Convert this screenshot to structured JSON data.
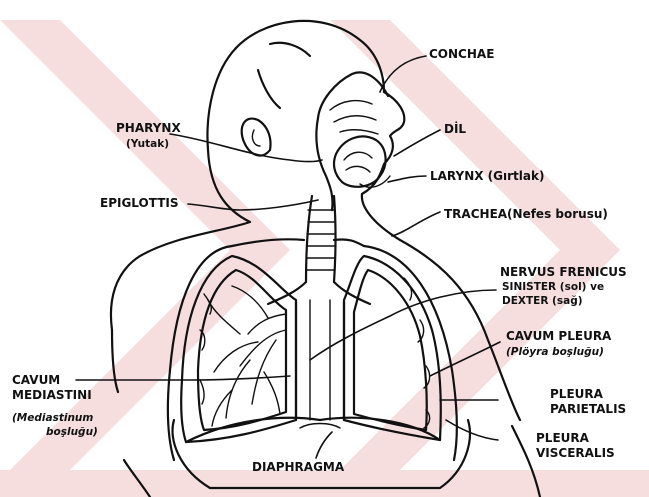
{
  "labels": {
    "conchae": "CONCHAE",
    "pharynx": "PHARYNX",
    "pharynx_tr": "(Yutak)",
    "dil": "DİL",
    "larynx": "LARYNX (Gırtlak)",
    "epiglottis": "EPIGLOTTIS",
    "trachea": "TRACHEA(Nefes borusu)",
    "nervus1": "NERVUS FRENICUS",
    "nervus2": "SINISTER (sol) ve",
    "nervus3": "DEXTER (sağ)",
    "cavum_pleura": "CAVUM PLEURA",
    "cavum_pleura_tr": "(Plöyra boşluğu)",
    "cavum_med1": "CAVUM",
    "cavum_med2": "MEDIASTINI",
    "cavum_med_tr1": "(Mediastinum",
    "cavum_med_tr2": "boşluğu)",
    "pleura_par1": "PLEURA",
    "pleura_par2": "PARIETALIS",
    "pleura_visc1": "PLEURA",
    "pleura_visc2": "VISCERALIS",
    "diaphragma": "DIAPHRAGMA"
  },
  "colors": {
    "ink": "#111111",
    "watermark": "#f6dede",
    "background": "#ffffff"
  }
}
